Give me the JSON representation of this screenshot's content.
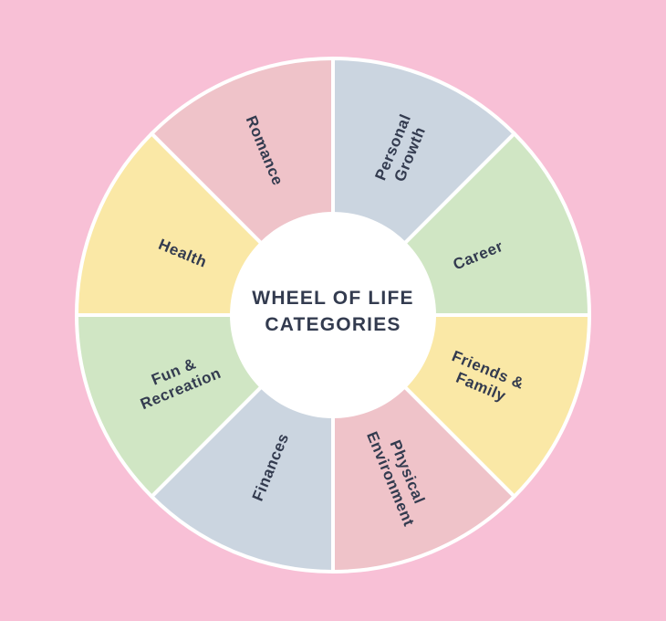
{
  "title": {
    "line1": "WHEEL OF LIFE",
    "line2": "CATEGORIES"
  },
  "wheel": {
    "segments": [
      {
        "label": "Personal Growth",
        "lines": [
          "Personal",
          "Growth"
        ],
        "color": "#cbd5e0"
      },
      {
        "label": "Career",
        "lines": [
          "Career"
        ],
        "color": "#d0e6c4"
      },
      {
        "label": "Friends & Family",
        "lines": [
          "Friends &",
          "Family"
        ],
        "color": "#fae8a6"
      },
      {
        "label": "Physical Environment",
        "lines": [
          "Physical",
          "Environment"
        ],
        "color": "#efc3c9"
      },
      {
        "label": "Finances",
        "lines": [
          "Finances"
        ],
        "color": "#cbd5e0"
      },
      {
        "label": "Fun & Recreation",
        "lines": [
          "Fun &",
          "Recreation"
        ],
        "color": "#d0e6c4"
      },
      {
        "label": "Health",
        "lines": [
          "Health"
        ],
        "color": "#fae8a6"
      },
      {
        "label": "Romance",
        "lines": [
          "Romance"
        ],
        "color": "#efc3c9"
      }
    ],
    "colors": {
      "background": "#f8c0d6",
      "divider": "#ffffff",
      "center_circle": "#ffffff",
      "label_text": "#333b4f"
    }
  }
}
